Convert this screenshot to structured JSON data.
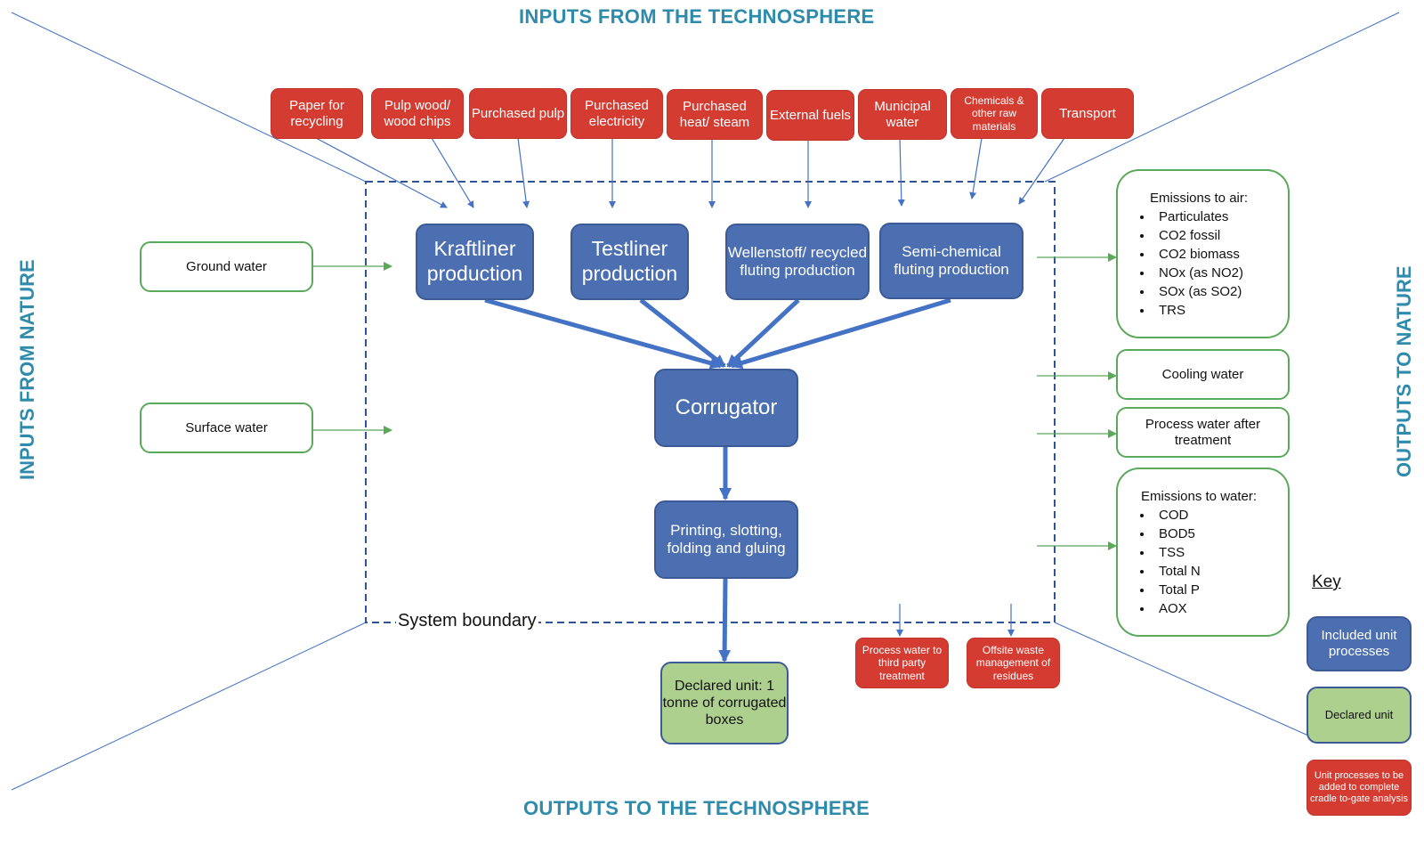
{
  "headings": {
    "top": "INPUTS FROM THE TECHNOSPHERE",
    "bottom": "OUTPUTS TO THE TECHNOSPHERE",
    "left": "INPUTS FROM NATURE",
    "right": "OUTPUTS TO NATURE"
  },
  "technosphere_inputs": [
    "Paper for recycling",
    "Pulp wood/ wood chips",
    "Purchased pulp",
    "Purchased electricity",
    "Purchased heat/ steam",
    "External fuels",
    "Municipal water",
    "Chemicals & other raw materials",
    "Transport"
  ],
  "nature_inputs": [
    "Ground water",
    "Surface water"
  ],
  "processes": {
    "kraftliner": "Kraftliner production",
    "testliner": "Testliner production",
    "wellenstoff": "Wellenstoff/ recycled fluting production",
    "semichemical": "Semi-chemical fluting production",
    "corrugator": "Corrugator",
    "printing": "Printing, slotting, folding and gluing"
  },
  "declared_unit": "Declared unit: 1 tonne of corrugated boxes",
  "system_boundary_label": "System boundary",
  "technosphere_outputs": [
    "Process water to third party treatment",
    "Offsite waste management of residues"
  ],
  "nature_outputs": {
    "air": {
      "title": "Emissions to air:",
      "items": [
        "Particulates",
        "CO2 fossil",
        "CO2 biomass",
        "NOx (as NO2)",
        "SOx (as SO2)",
        "TRS"
      ]
    },
    "cooling_water": "Cooling water",
    "process_water": "Process water after treatment",
    "water": {
      "title": "Emissions to water:",
      "items": [
        "COD",
        "BOD5",
        "TSS",
        "Total N",
        "Total P",
        "AOX"
      ]
    }
  },
  "key": {
    "title": "Key",
    "included": "Included unit processes",
    "declared": "Declared unit",
    "to_add": "Unit processes to be added to complete cradle to-gate analysis"
  },
  "colors": {
    "heading": "#2e8bab",
    "included_process": "#4c6fb1",
    "declared_unit": "#aed08f",
    "to_add": "#d43b31",
    "nature_flow": "#5aa85a"
  }
}
